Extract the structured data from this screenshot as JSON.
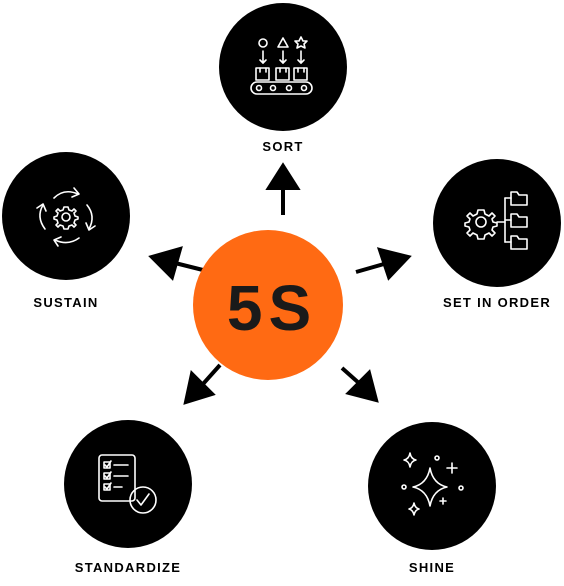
{
  "center": {
    "label": "5S",
    "color": "#ff6a13",
    "text_color": "#1a1a1a"
  },
  "node_color": "#000000",
  "arrow_color": "#000000",
  "nodes": {
    "sort": {
      "label": "SORT",
      "icon": "conveyor-shapes-icon"
    },
    "set_in_order": {
      "label": "SET IN ORDER",
      "icon": "gear-folder-tree-icon"
    },
    "shine": {
      "label": "SHINE",
      "icon": "sparkles-icon"
    },
    "standardize": {
      "label": "STANDARDIZE",
      "icon": "checklist-document-icon"
    },
    "sustain": {
      "label": "SUSTAIN",
      "icon": "gear-cycle-arrows-icon"
    }
  }
}
